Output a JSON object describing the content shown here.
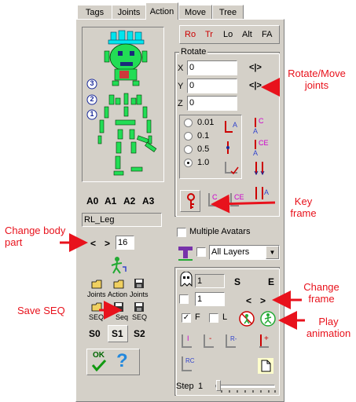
{
  "tabs": [
    {
      "label": "Tags"
    },
    {
      "label": "Joints"
    },
    {
      "label": "Action"
    },
    {
      "label": "Move"
    },
    {
      "label": "Tree"
    }
  ],
  "active_tab": "Action",
  "rot_buttons": [
    {
      "label": "Ro",
      "color": "#cc0000"
    },
    {
      "label": "Tr",
      "color": "#cc0000"
    },
    {
      "label": "Lo",
      "color": "#000000"
    },
    {
      "label": "Alt",
      "color": "#000000"
    },
    {
      "label": "FA",
      "color": "#000000"
    }
  ],
  "rotate": {
    "title": "Rotate",
    "x_label": "X",
    "x_value": "0",
    "y_label": "Y",
    "y_value": "0",
    "z_label": "Z",
    "z_value": "0",
    "spinner": "<|>",
    "steps": [
      "0.01",
      "0.1",
      "0.5",
      "1.0"
    ],
    "selected_step": "1.0"
  },
  "levels": [
    "A0",
    "A1",
    "A2",
    "A3"
  ],
  "level_badges": [
    "3",
    "2",
    "1"
  ],
  "body_part": "RL_Leg",
  "part_nav": {
    "prev": "<",
    "next": ">",
    "value": "16"
  },
  "file_buttons_row1": [
    "Joints",
    "Action",
    "Joints"
  ],
  "file_buttons_row2": [
    "SEQ",
    "Seq",
    "SEQ"
  ],
  "seq_slots": [
    "S0",
    "S1",
    "S2"
  ],
  "ok_label": "OK",
  "help_label": "?",
  "multiple_avatars": {
    "label": "Multiple Avatars",
    "checked": false
  },
  "layers": {
    "value": "All Layers"
  },
  "frame": {
    "start_value": "1",
    "end_value": "1",
    "start_label": "S",
    "end_label": "E",
    "prev": "<",
    "next": ">",
    "f_label": "F",
    "f_checked": true,
    "l_label": "L",
    "l_checked": false,
    "step_label": "Step",
    "step_value": "1"
  },
  "annotations": {
    "rotate_move": "Rotate/Move\njoints",
    "key_frame": "Key\nframe",
    "change_body_part": "Change body\npart",
    "save_seq": "Save SEQ",
    "change_frame": "Change\nframe",
    "play_animation": "Play\nanimation"
  },
  "colors": {
    "panel": "#d4d0c8",
    "annotation": "#e8121c",
    "skeleton_green": "#22dd55",
    "skeleton_cyan": "#00e5ee"
  }
}
